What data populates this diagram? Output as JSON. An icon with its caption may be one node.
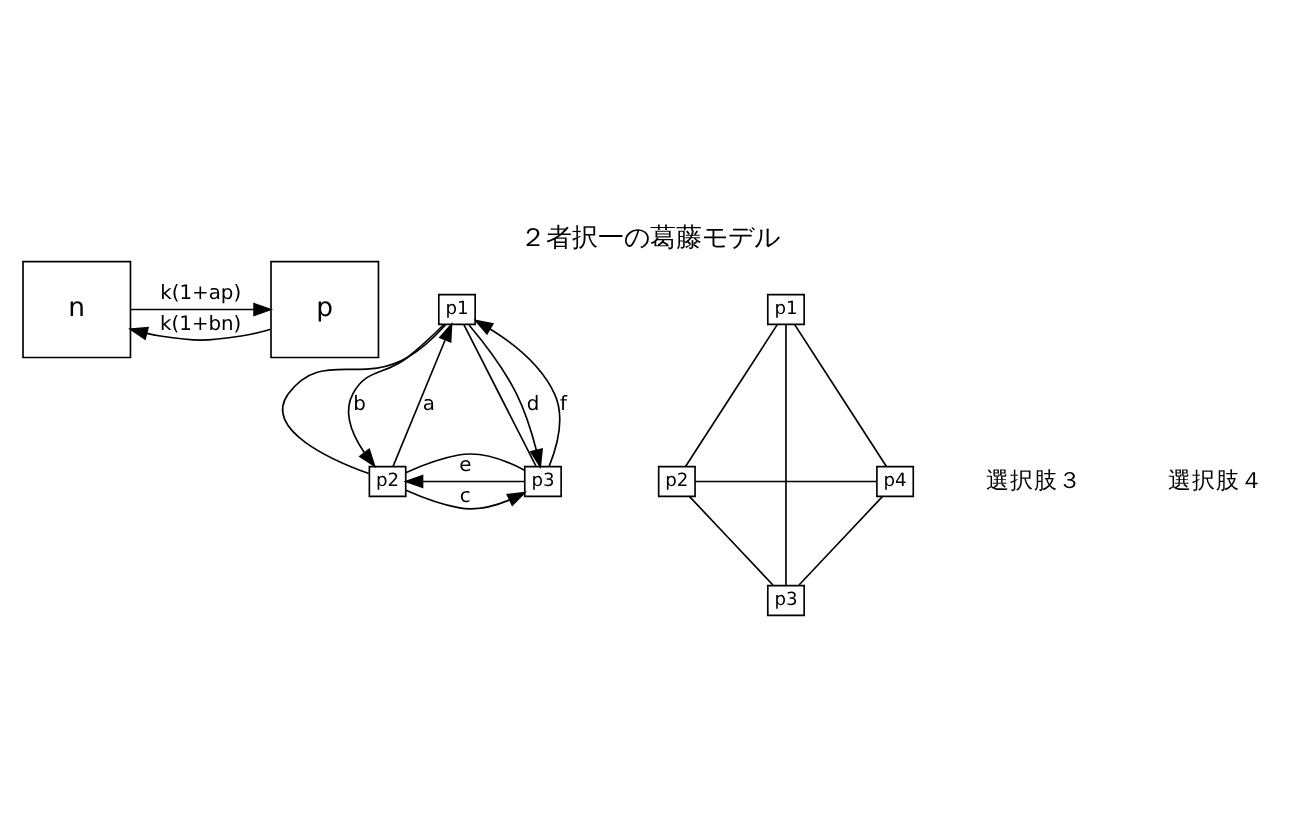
{
  "diagram": {
    "title": "２者択一の葛藤モデル",
    "nodes": [
      {
        "text": [
          "n"
        ]
      },
      {
        "text": [
          "p"
        ]
      },
      {
        "text": [
          "p1"
        ]
      },
      {
        "text": [
          "p2"
        ]
      },
      {
        "text": [
          "p3"
        ]
      },
      {
        "text": [
          "p1"
        ]
      },
      {
        "text": [
          "p2"
        ]
      },
      {
        "text": [
          "p3"
        ]
      },
      {
        "text": [
          "p4"
        ]
      }
    ],
    "edges": [
      {
        "from": 0,
        "to": 1,
        "arrow": "to",
        "label": "k(1+ap)"
      },
      {
        "from": 1,
        "to": 0,
        "arrow": "to",
        "label": "k(1+bn)"
      },
      {
        "from": 2,
        "to": 3,
        "arrow": "none"
      },
      {
        "from": 2,
        "to": 4,
        "arrow": "none"
      },
      {
        "from": 3,
        "to": 4,
        "arrow": "none"
      },
      {
        "from": 2,
        "to": 3,
        "arrow": "to",
        "label": "b"
      },
      {
        "from": 3,
        "to": 2,
        "arrow": "to",
        "label": "a"
      },
      {
        "from": 2,
        "to": 4,
        "arrow": "to",
        "label": "d"
      },
      {
        "from": 4,
        "to": 2,
        "arrow": "to",
        "label": "f"
      },
      {
        "from": 3,
        "to": 4,
        "arrow": "to",
        "label": "c"
      },
      {
        "from": 4,
        "to": 3,
        "arrow": "to",
        "label": "e"
      },
      {
        "from": 5,
        "to": 6,
        "arrow": "none"
      },
      {
        "from": 5,
        "to": 8,
        "arrow": "none"
      },
      {
        "from": 5,
        "to": 7,
        "arrow": "none"
      },
      {
        "from": 6,
        "to": 8,
        "arrow": "none"
      },
      {
        "from": 6,
        "to": 7,
        "arrow": "none"
      },
      {
        "from": 7,
        "to": 8,
        "arrow": "none"
      }
    ],
    "labels": [
      "選択肢３",
      "選択肢４"
    ]
  }
}
